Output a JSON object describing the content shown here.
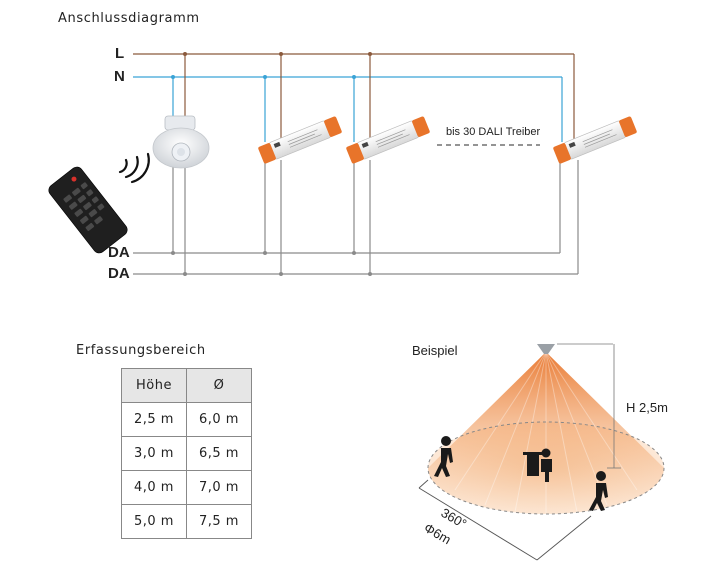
{
  "diagram": {
    "title": "Anschlussdiagramm",
    "bus_labels": {
      "l": "L",
      "n": "N",
      "da1": "DA",
      "da2": "DA"
    },
    "note": "bis 30 DALI Treiber",
    "colors": {
      "l_wire": "#8b5a3c",
      "n_wire": "#3aa3d6",
      "da_wire": "#8a8a8a",
      "driver_cap": "#e8742a"
    }
  },
  "detection": {
    "title": "Erfassungsbereich",
    "headers": [
      "Höhe",
      "Ø"
    ],
    "rows": [
      [
        "2,5 m",
        "6,0 m"
      ],
      [
        "3,0 m",
        "6,5 m"
      ],
      [
        "4,0 m",
        "7,0 m"
      ],
      [
        "5,0 m",
        "7,5 m"
      ]
    ]
  },
  "example": {
    "title": "Beispiel",
    "height_label": "H 2,5m",
    "angle_label": "360°",
    "diameter_label": "Φ6m"
  }
}
